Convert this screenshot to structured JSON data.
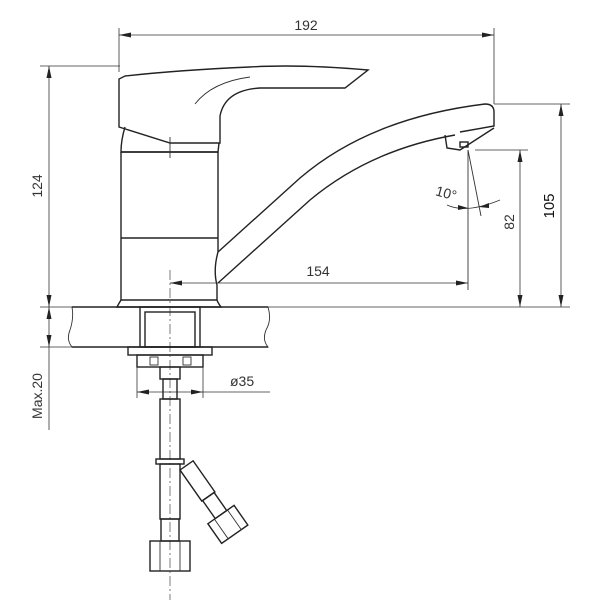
{
  "diagram": {
    "type": "technical-drawing",
    "subject": "single-lever basin mixer faucet side view",
    "dimensions": {
      "overall_width": "192",
      "overall_height": "124",
      "spout_reach": "154",
      "spout_outlet_height": "105",
      "aerator_height": "82",
      "aerator_angle": "10°",
      "base_diameter": "ø35",
      "max_countertop_thickness": "Max.20"
    },
    "colors": {
      "line": "#222222",
      "background": "#ffffff"
    }
  }
}
